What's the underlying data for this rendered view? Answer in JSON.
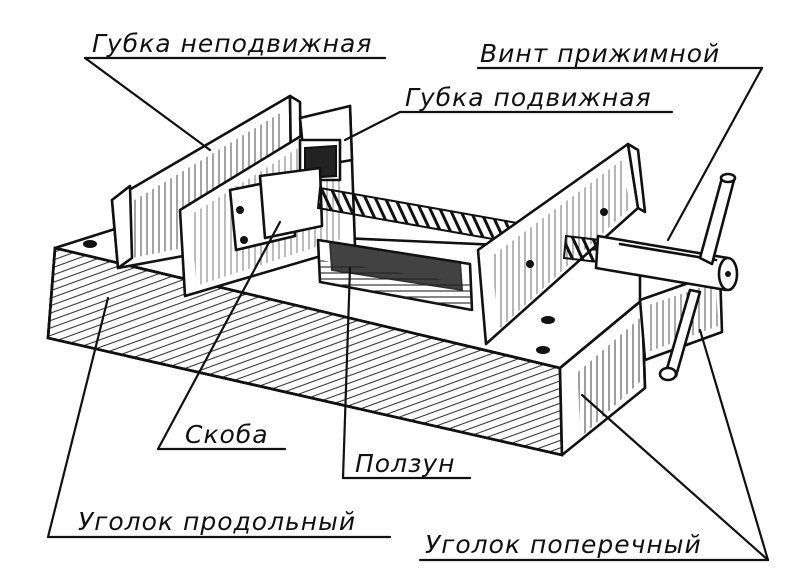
{
  "diagram": {
    "labels": {
      "fixed_jaw": "Губка неподвижная",
      "movable_jaw": "Губка подвижная",
      "clamp_screw": "Винт прижимной",
      "bracket": "Скоба",
      "slider": "Ползун",
      "longitudinal_angle": "Уголок продольный",
      "transverse_angle": "Уголок поперечный"
    },
    "colors": {
      "ink": "#111111",
      "paper": "#ffffff"
    }
  }
}
